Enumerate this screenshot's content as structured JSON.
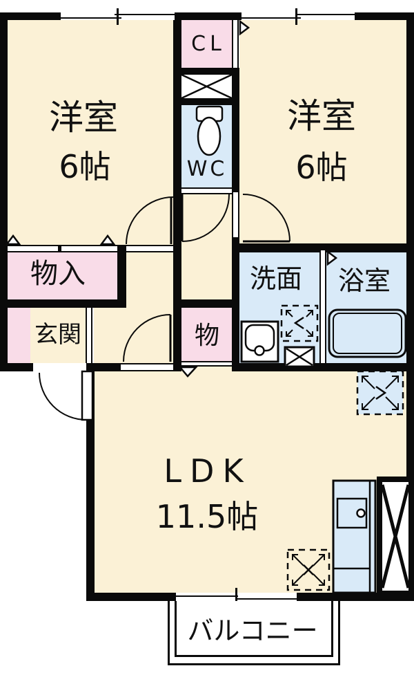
{
  "floorplan": {
    "rooms": {
      "western_left": {
        "label": "洋室",
        "size": "6帖"
      },
      "western_right": {
        "label": "洋室",
        "size": "6帖"
      },
      "closet": {
        "label": "CL"
      },
      "wc": {
        "label": "WC"
      },
      "storage_hall": {
        "label": "物入"
      },
      "entrance": {
        "label": "玄関"
      },
      "storage_small": {
        "label": "物"
      },
      "washroom": {
        "label": "洗面"
      },
      "bathroom": {
        "label": "浴室"
      },
      "ldk": {
        "label": "LDK",
        "size": "11.5帖"
      },
      "balcony": {
        "label": "バルコニー"
      }
    },
    "colors": {
      "room_cream": "#FBF1D6",
      "closet_pink": "#F9DCE8",
      "wet_blue": "#D9EAF8",
      "wall_black": "#0A0A0A",
      "background": "#FFFFFF"
    },
    "icons": {
      "toilet": "toilet-icon",
      "sink": "sink-icon",
      "bathtub": "bathtub-icon",
      "kitchen_unit": "kitchen-unit-icon",
      "refrigerator_space": "refrigerator-space-icon",
      "washer_space": "washer-space-marker",
      "equipment_marker_top": "equipment-marker",
      "equipment_marker_bottom": "equipment-marker",
      "windows": "sliding-window-symbol",
      "doors": "door-swing-arc"
    }
  }
}
